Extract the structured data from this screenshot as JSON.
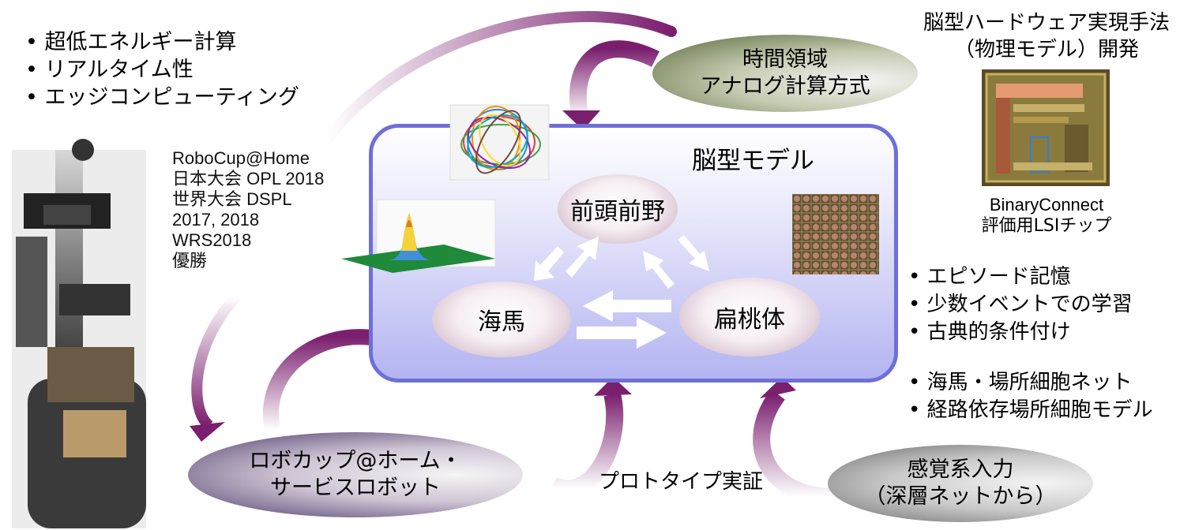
{
  "top_left_bullets": [
    "超低エネルギー計算",
    "リアルタイム性",
    "エッジコンピューティング"
  ],
  "robocup_info": [
    "RoboCup@Home",
    "日本大会 OPL 2018",
    "世界大会 DSPL",
    "2017, 2018",
    "WRS2018",
    "優勝"
  ],
  "brain_model": {
    "title": "脳型モデル",
    "nodes": {
      "prefrontal": "前頭前野",
      "hippocampus": "海馬",
      "amygdala": "扁桃体"
    }
  },
  "time_domain_oval": [
    "時間領域",
    "アナログ計算方式"
  ],
  "hardware": {
    "title_lines": [
      "脳型ハードウェア実現手法",
      "（物理モデル）開発"
    ],
    "caption_lines": [
      "BinaryConnect",
      "評価用LSIチップ"
    ]
  },
  "right_bullets_group1": [
    "エピソード記憶",
    "少数イベントでの学習",
    "古典的条件付け"
  ],
  "right_bullets_group2": [
    "海馬・場所細胞ネット",
    "経路依存場所細胞モデル"
  ],
  "robocup_oval": [
    "ロボカップ@ホーム・",
    "サービスロボット"
  ],
  "prototype_label": "プロトタイプ実証",
  "sensory_oval": [
    "感覚系入力",
    "（深層ネットから）"
  ]
}
